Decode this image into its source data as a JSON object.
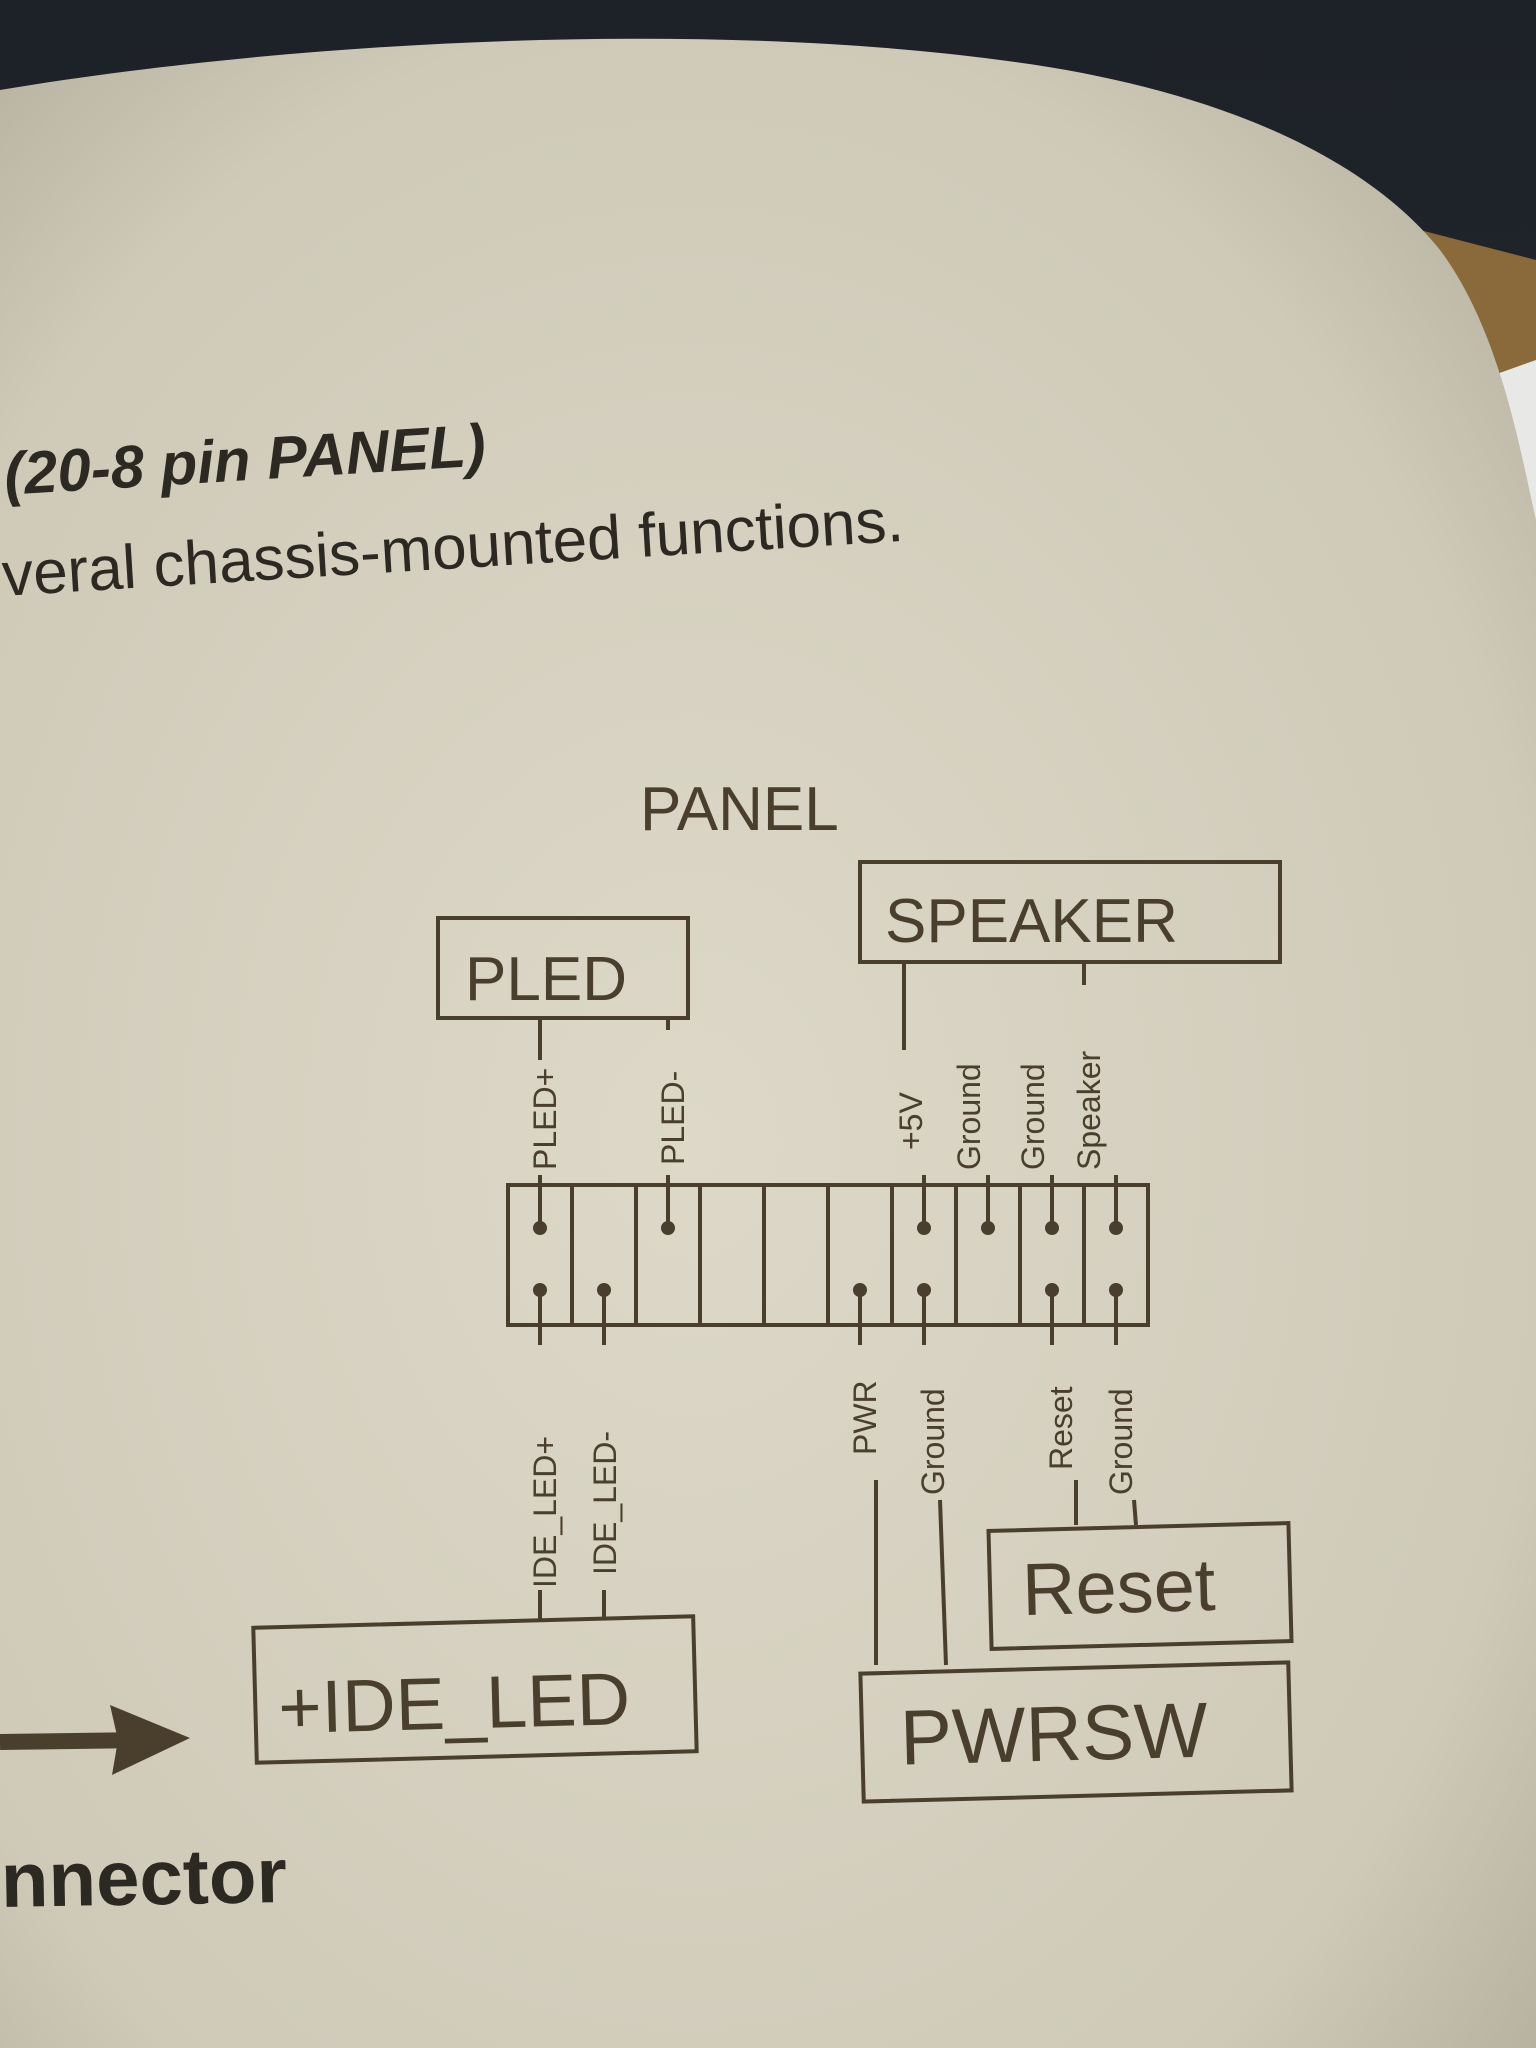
{
  "section": {
    "title": "(20-8 pin PANEL)",
    "body": "veral chassis-mounted functions."
  },
  "diagram": {
    "title": "PANEL",
    "boxes": {
      "pled": "PLED",
      "speaker": "SPEAKER",
      "ide_led": "+IDE_LED",
      "reset": "Reset",
      "pwrsw": "PWRSW"
    },
    "top_pin_labels": [
      "PLED+",
      "PLED-",
      "+5V",
      "Ground",
      "Ground",
      "Speaker"
    ],
    "bottom_pin_labels": [
      "IDE_LED+",
      "IDE_LED-",
      "PWR",
      "Ground",
      "Reset",
      "Ground"
    ]
  },
  "caption": {
    "text": "nnector"
  },
  "colors": {
    "ink": "#4a3f2c",
    "paper": "#dcd7c6"
  }
}
